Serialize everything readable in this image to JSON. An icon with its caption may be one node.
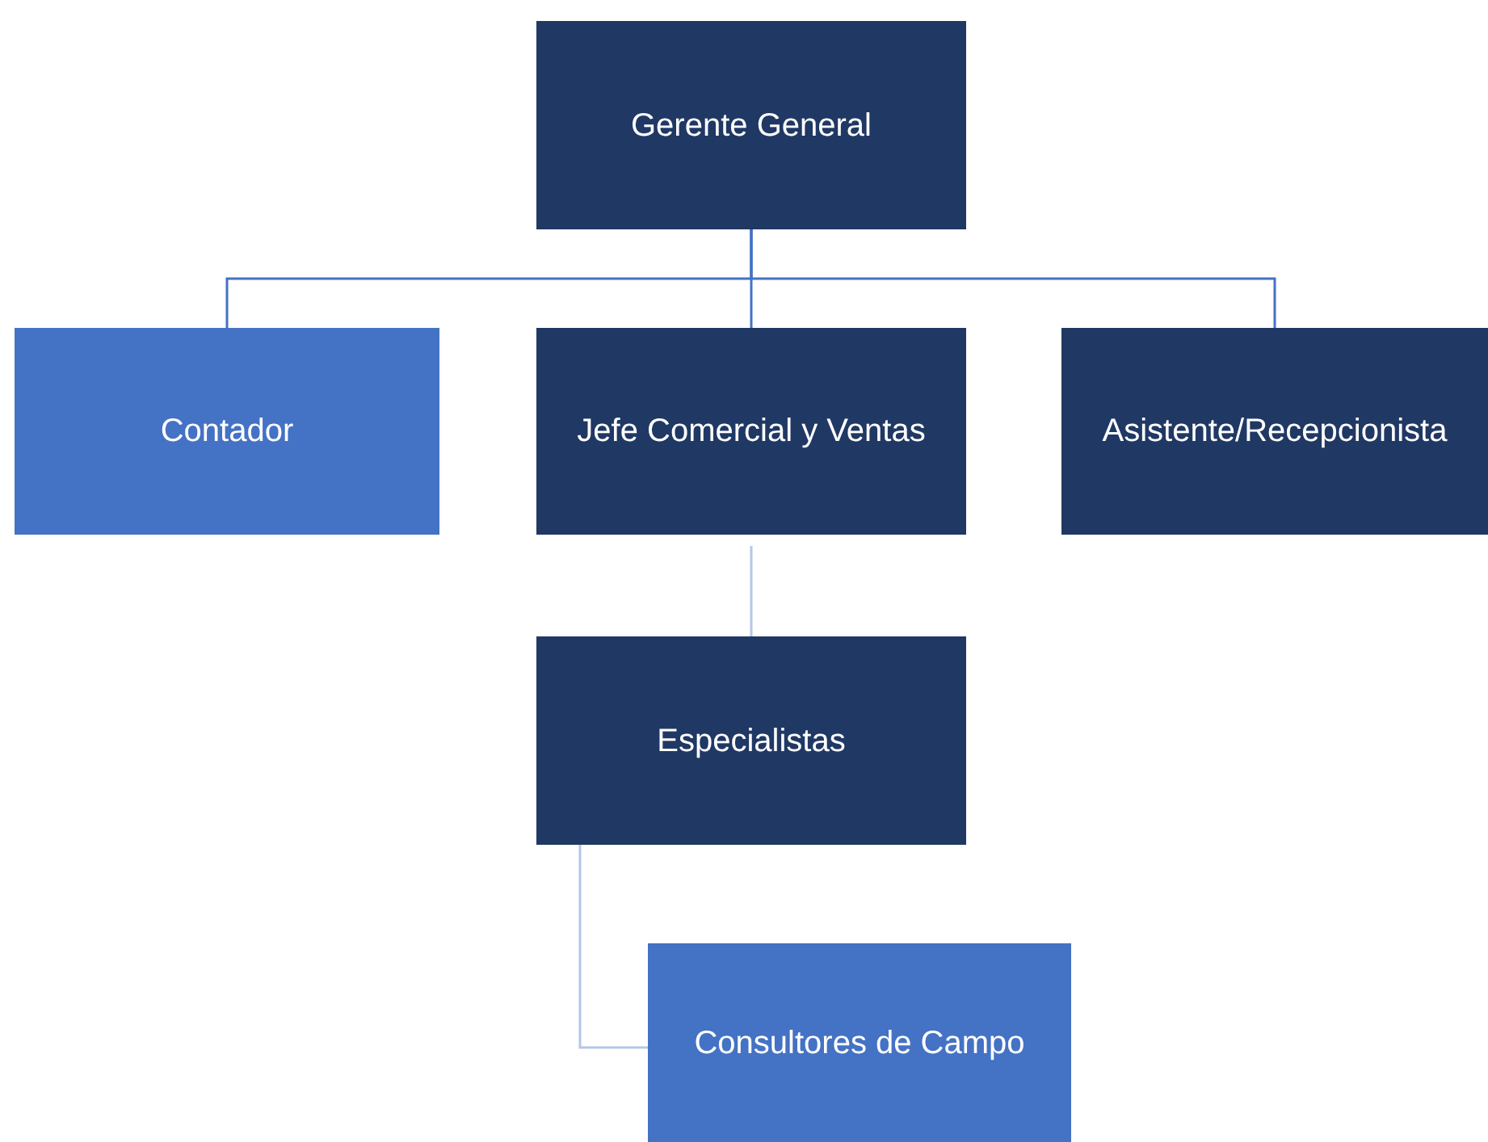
{
  "diagram": {
    "nodes": [
      {
        "text": [
          "Gerente General"
        ]
      },
      {
        "text": [
          "Contador"
        ]
      },
      {
        "text": [
          "Jefe Comercial y Ventas"
        ]
      },
      {
        "text": [
          "Asistente/Recepcionista"
        ]
      },
      {
        "text": [
          "Especialistas"
        ]
      },
      {
        "text": [
          "Consultores de Campo"
        ]
      }
    ],
    "edges": [
      {
        "from": 0,
        "to": 1,
        "arrow": "none"
      },
      {
        "from": 0,
        "to": 2,
        "arrow": "none"
      },
      {
        "from": 0,
        "to": 3,
        "arrow": "none"
      },
      {
        "from": 2,
        "to": 4,
        "arrow": "none",
        "color": "#b4c7e7"
      },
      {
        "from": 4,
        "to": 5,
        "arrow": "none",
        "color": "#b4c7e7"
      }
    ]
  }
}
